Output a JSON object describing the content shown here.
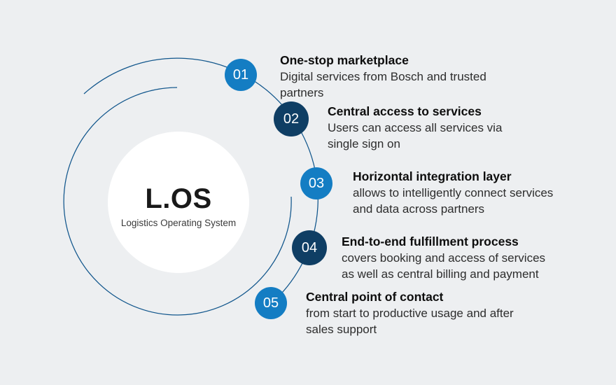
{
  "colors": {
    "background": "#edeff1",
    "badge_light_blue": "#147dc3",
    "badge_dark_blue": "#0f3e64",
    "arc_stroke": "#11568c",
    "center_circle_fill": "#ffffff"
  },
  "center": {
    "title": "L.OS",
    "subtitle": "Logistics Operating System"
  },
  "items": [
    {
      "number": "01",
      "title": "One-stop marketplace",
      "lines": [
        "Digital services from Bosch and trusted",
        "partners"
      ]
    },
    {
      "number": "02",
      "title": "Central access to services",
      "lines": [
        "Users can access all services via",
        "single sign on"
      ]
    },
    {
      "number": "03",
      "title": "Horizontal integration layer",
      "lines": [
        "allows to intelligently connect services",
        "and data across partners"
      ]
    },
    {
      "number": "04",
      "title": "End-to-end fulfillment process",
      "lines": [
        "covers booking and access of services",
        "as well as central billing and payment"
      ]
    },
    {
      "number": "05",
      "title": "Central point of contact",
      "lines": [
        "from start to productive usage and after",
        "sales support"
      ]
    }
  ]
}
